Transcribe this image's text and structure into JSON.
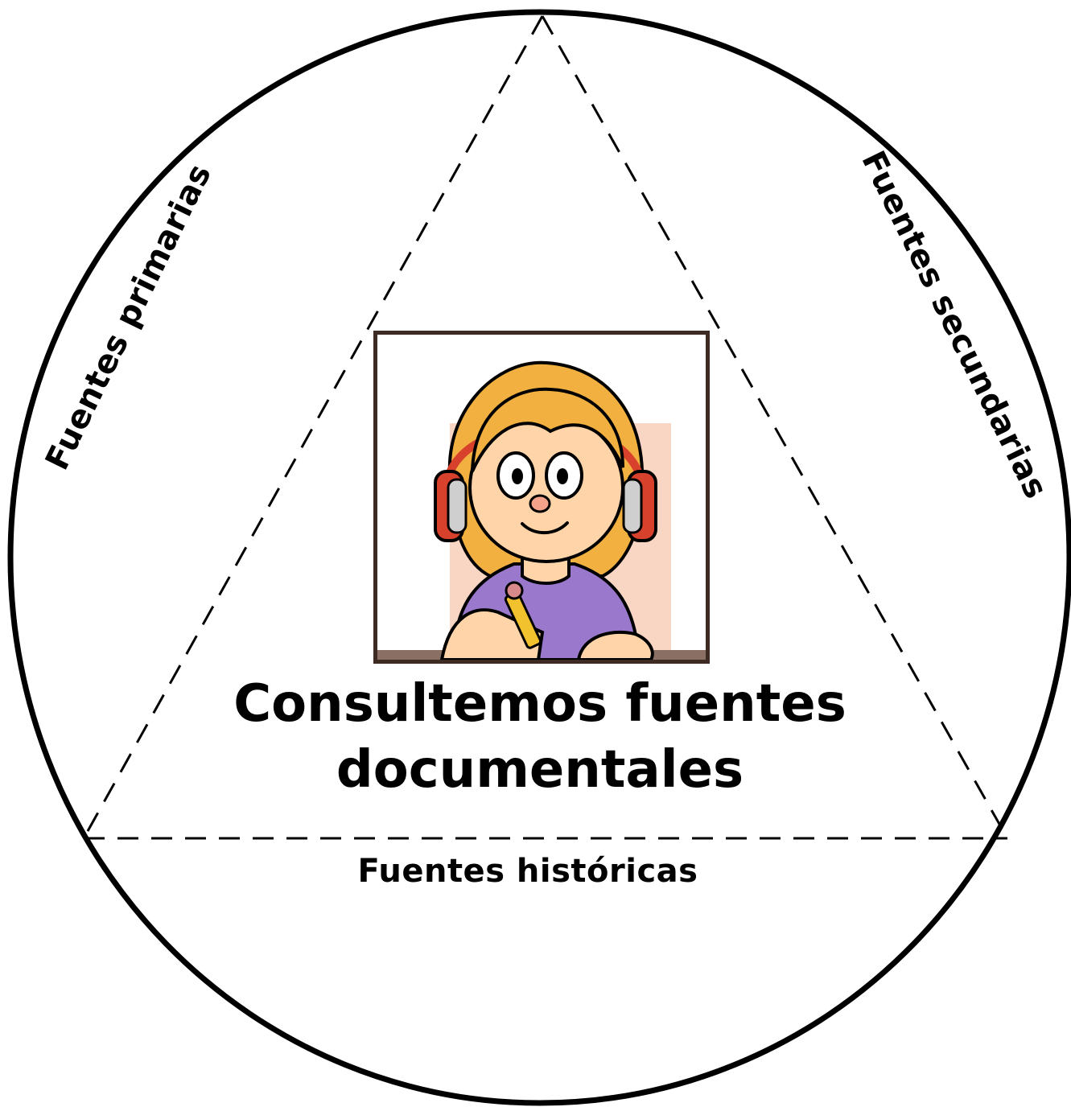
{
  "labels": {
    "primary_sources": "Fuentes primarias",
    "secondary_sources": "Fuentes secundarias",
    "historical_sources": "Fuentes históricas"
  },
  "title": {
    "line1": "Consultemos fuentes",
    "line2": "documentales"
  },
  "illustration": {
    "icon": "girl-with-headphones-writing-icon"
  },
  "colors": {
    "outline": "#000000",
    "frame": "#3d2a22",
    "hair": "#f2b040",
    "skin": "#ffd4a8",
    "shirt": "#9a78cc",
    "headphones": "#d8412b",
    "backdrop": "#f9d6c4"
  }
}
